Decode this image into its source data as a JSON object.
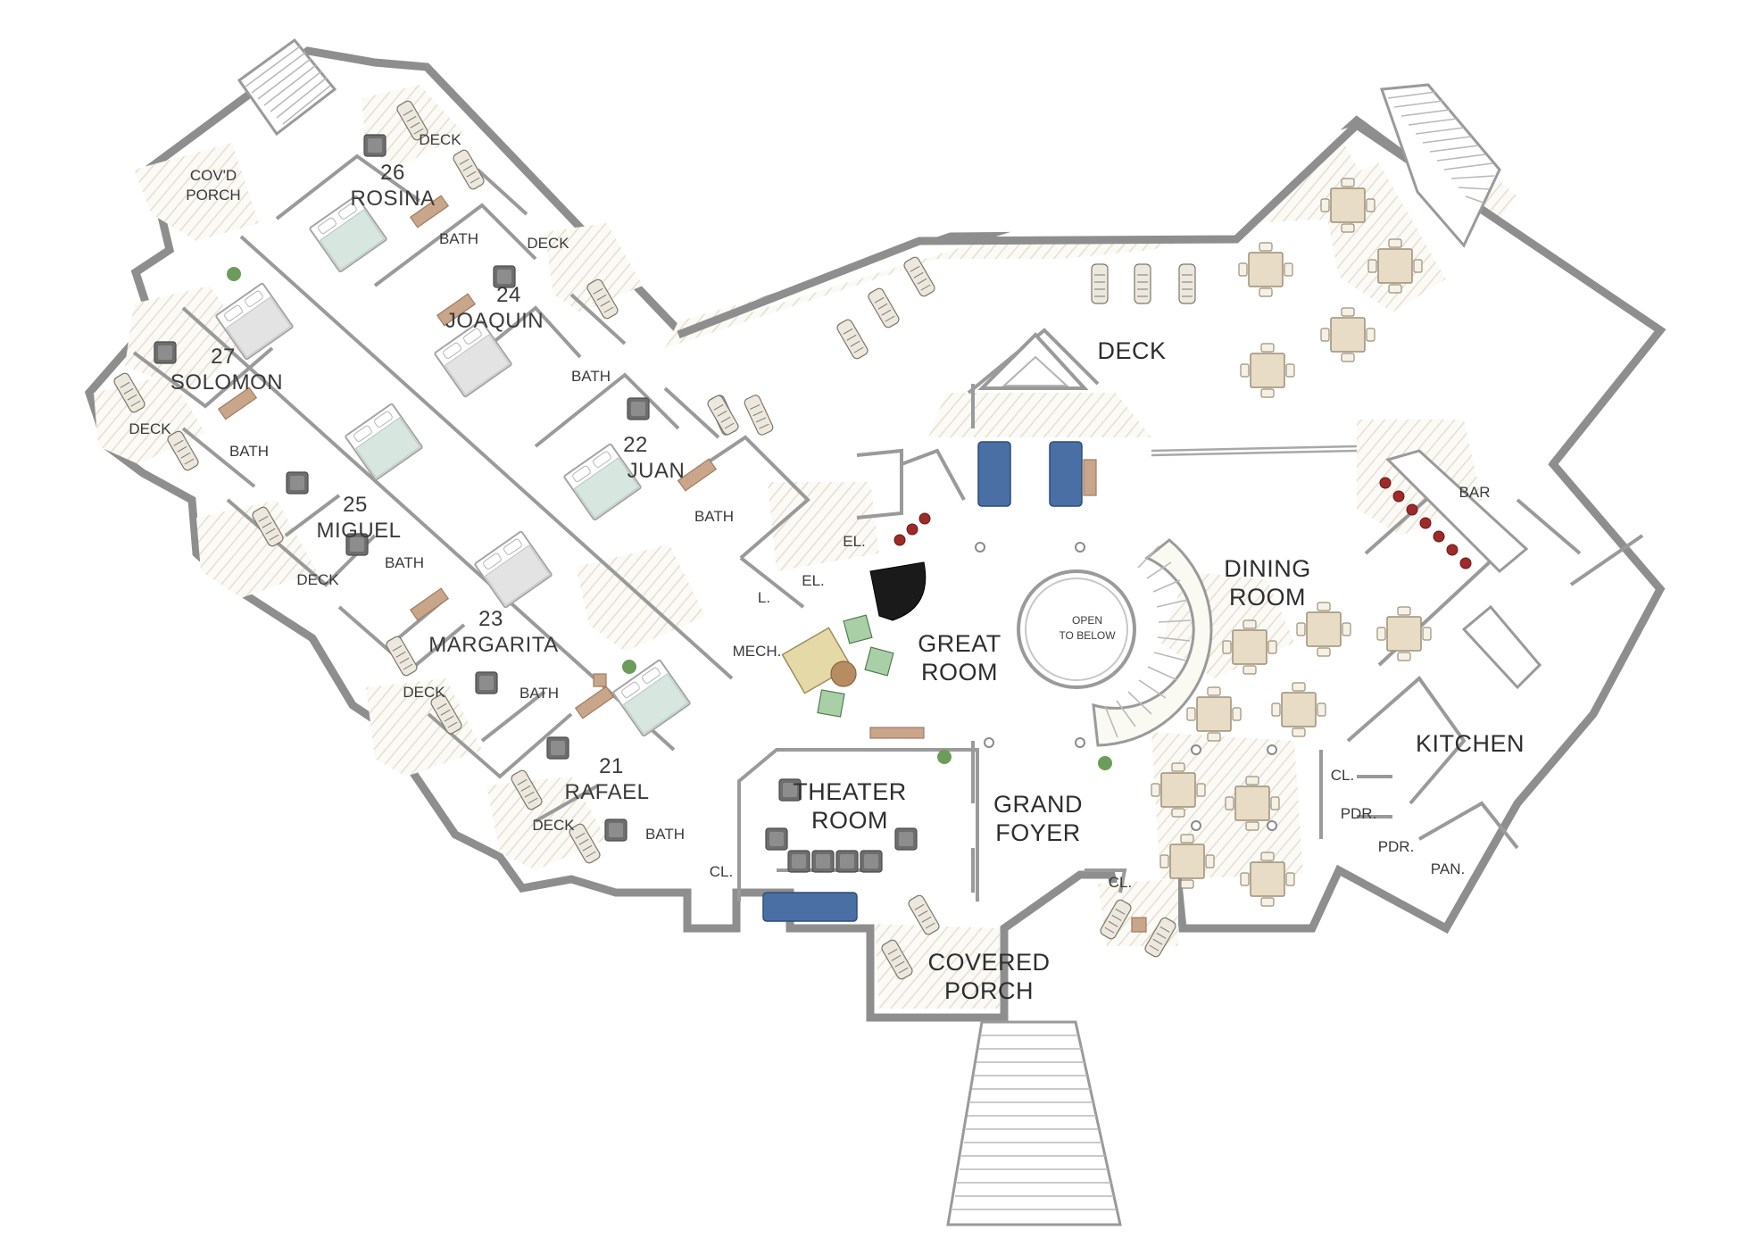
{
  "rooms": {
    "covd_porch": [
      "COV'D",
      "PORCH"
    ],
    "deck_26": "DECK",
    "room_26": [
      "26",
      "ROSINA"
    ],
    "bath_26": "BATH",
    "deck_24": "DECK",
    "room_24": [
      "24",
      "JOAQUIN"
    ],
    "bath_24": "BATH",
    "room_27": [
      "27",
      "SOLOMON"
    ],
    "deck_27": "DECK",
    "bath_27": "BATH",
    "room_22": [
      "22",
      "JUAN"
    ],
    "bath_22": "BATH",
    "room_25": [
      "25",
      "MIGUEL"
    ],
    "bath_25": "BATH",
    "deck_25": "DECK",
    "room_23": [
      "23",
      "MARGARITA"
    ],
    "bath_23": "BATH",
    "deck_23": "DECK",
    "room_21": [
      "21",
      "RAFAEL"
    ],
    "deck_21": "DECK",
    "bath_21": "BATH",
    "main_deck": "DECK",
    "bar": "BAR",
    "dining_room": [
      "DINING",
      "ROOM"
    ],
    "kitchen": "KITCHEN",
    "great_room": [
      "GREAT",
      "ROOM"
    ],
    "open_to_below": [
      "OPEN",
      "TO BELOW"
    ],
    "el_1": "EL.",
    "el_2": "EL.",
    "laundry": "L.",
    "mech": "MECH.",
    "theater_room": [
      "THEATER",
      "ROOM"
    ],
    "grand_foyer": [
      "GRAND",
      "FOYER"
    ],
    "cl_theater": "CL.",
    "cl_foyer": "CL.",
    "cl_kitchen": "CL.",
    "pdr_1": "PDR.",
    "pdr_2": "PDR.",
    "pan": "PAN.",
    "covered_porch": [
      "COVERED",
      "PORCH"
    ]
  },
  "colors": {
    "wall": "#8e8e8e",
    "deck_hatch": "#e7e1d3",
    "sofa": "#4a6fa5",
    "bed_sheet": "#d7e6df",
    "table": "#e8dcc6",
    "bar_stool": "#9e2a2a"
  }
}
